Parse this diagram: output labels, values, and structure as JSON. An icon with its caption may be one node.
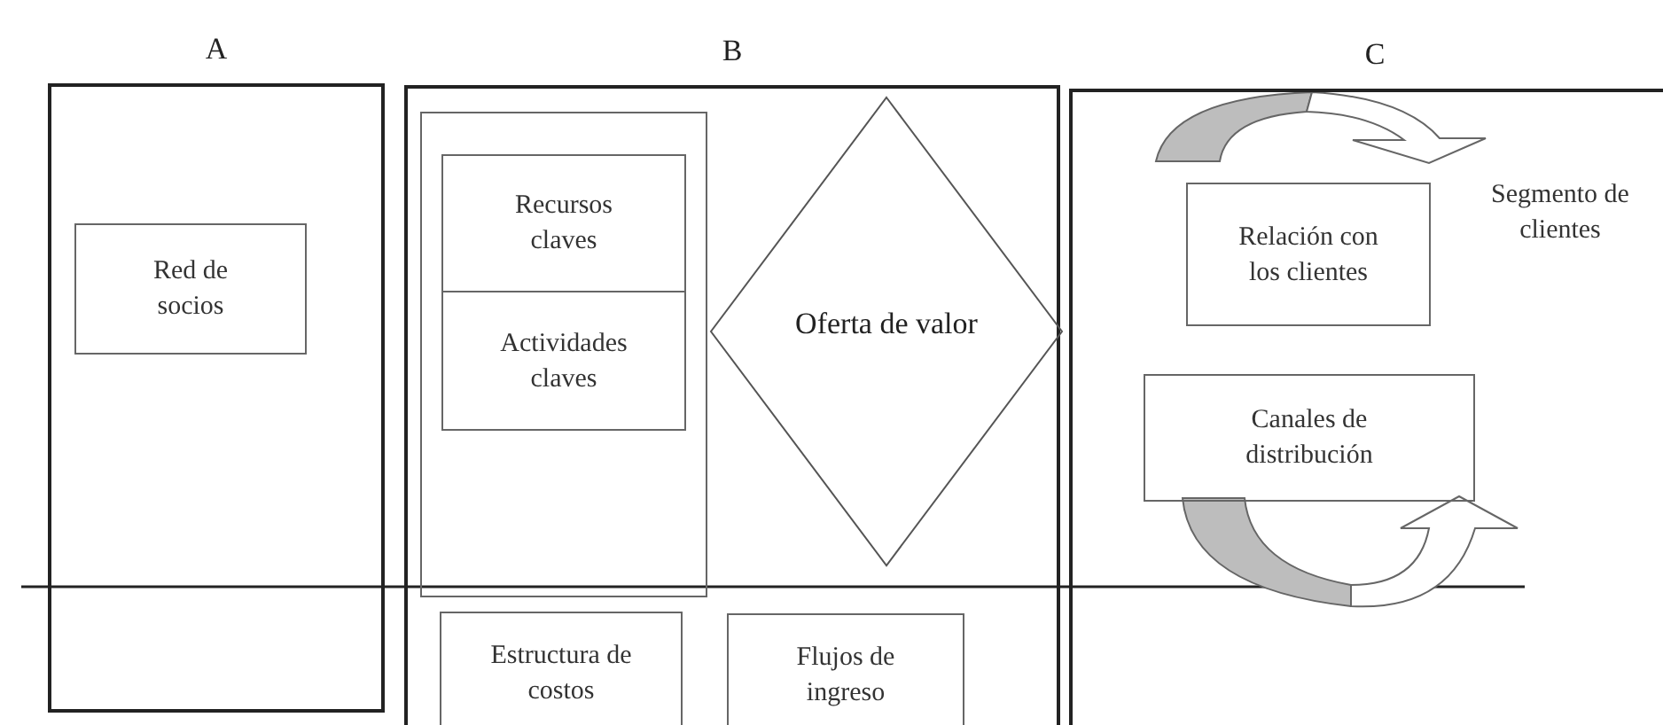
{
  "diagram": {
    "nodes": [
      {
        "text": [
          "A"
        ]
      },
      {
        "text": [
          "Red de socios"
        ],
        "in": 0
      },
      {
        "text": [
          "B"
        ]
      },
      {
        "text": [],
        "shape": "box",
        "in": 2
      },
      {
        "text": [
          "Recursos claves"
        ],
        "in": 3
      },
      {
        "text": [
          "Actividades claves"
        ],
        "in": 3
      },
      {
        "text": [
          "Oferta de valor"
        ],
        "in": 2
      },
      {
        "text": [
          "Estructura de costos"
        ],
        "in": 2
      },
      {
        "text": [
          "Flujos de ingreso"
        ],
        "in": 2
      },
      {
        "text": [
          "C"
        ]
      },
      {
        "text": [
          "Relación con los clientes"
        ],
        "in": 9
      },
      {
        "text": [
          "Canales de distribución"
        ],
        "in": 9
      }
    ],
    "edges": [],
    "labels": [
      "Segmento de clientes"
    ]
  }
}
